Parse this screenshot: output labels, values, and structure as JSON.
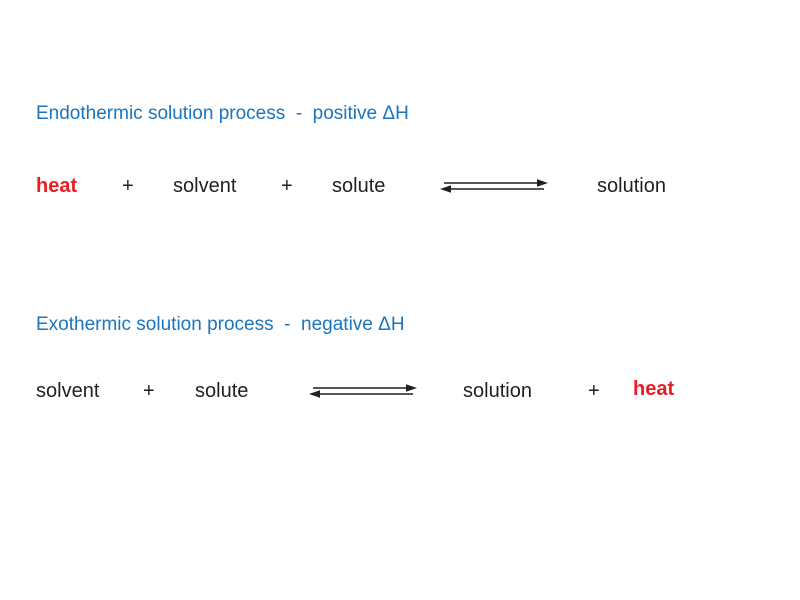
{
  "colors": {
    "heading_blue": "#1b75bc",
    "heat_red": "#ed1c24",
    "text_black": "#231f20",
    "background": "#ffffff"
  },
  "endothermic": {
    "heading": "Endothermic solution process  -  positive ΔH",
    "terms": {
      "heat": "heat",
      "plus1": "+",
      "solvent": "solvent",
      "plus2": "+",
      "solute": "solute",
      "solution": "solution"
    },
    "arrows": "equilibrium-double-arrow"
  },
  "exothermic": {
    "heading": "Exothermic solution process  -  negative ΔH",
    "terms": {
      "solvent": "solvent",
      "plus1": "+",
      "solute": "solute",
      "solution": "solution",
      "plus2": "+",
      "heat": "heat"
    },
    "arrows": "equilibrium-double-arrow"
  }
}
